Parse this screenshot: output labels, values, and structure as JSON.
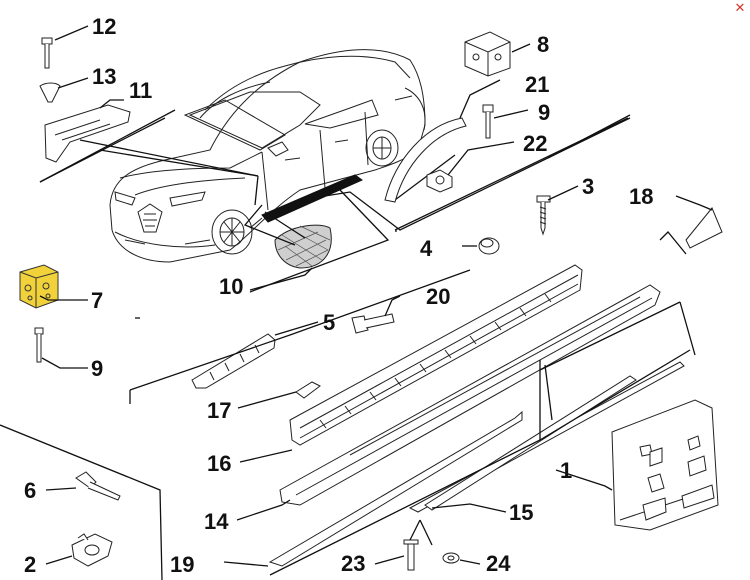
{
  "diagram": {
    "close_glyph": "✕",
    "highlight_color": "#f2d23a",
    "callouts": {
      "c1": "1",
      "c2": "2",
      "c3": "3",
      "c4": "4",
      "c5": "5",
      "c6": "6",
      "c7": "7",
      "c8": "8",
      "c9a": "9",
      "c9b": "9",
      "c10": "10",
      "c11": "11",
      "c12": "12",
      "c13": "13",
      "c14": "14",
      "c15": "15",
      "c16": "16",
      "c17": "17",
      "c18": "18",
      "c19": "19",
      "c20": "20",
      "c21": "21",
      "c22": "22",
      "c23": "23",
      "c24": "24"
    }
  }
}
